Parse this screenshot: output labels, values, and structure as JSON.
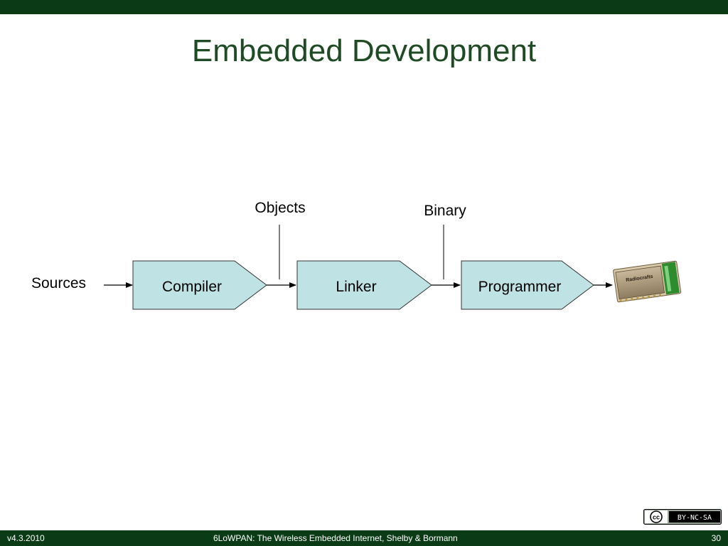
{
  "slide": {
    "title": "Embedded Development"
  },
  "diagram": {
    "input_label": "Sources",
    "stages": [
      {
        "label": "Compiler"
      },
      {
        "label": "Linker"
      },
      {
        "label": "Programmer"
      }
    ],
    "intermediates": [
      {
        "label": "Objects"
      },
      {
        "label": "Binary"
      }
    ],
    "device_logo_text": "Radiocrafts",
    "colors": {
      "stage_fill": "#bfe2e4",
      "stage_stroke": "#333333",
      "arrow": "#000000"
    }
  },
  "footer": {
    "version": "v4.3.2010",
    "citation": "6LoWPAN: The Wireless Embedded Internet, Shelby & Bormann",
    "page": "30"
  },
  "license_badge": {
    "cc": "cc",
    "text": "BY-NC-SA"
  },
  "colors": {
    "bar": "#0b3b16",
    "title": "#1e4a24"
  }
}
